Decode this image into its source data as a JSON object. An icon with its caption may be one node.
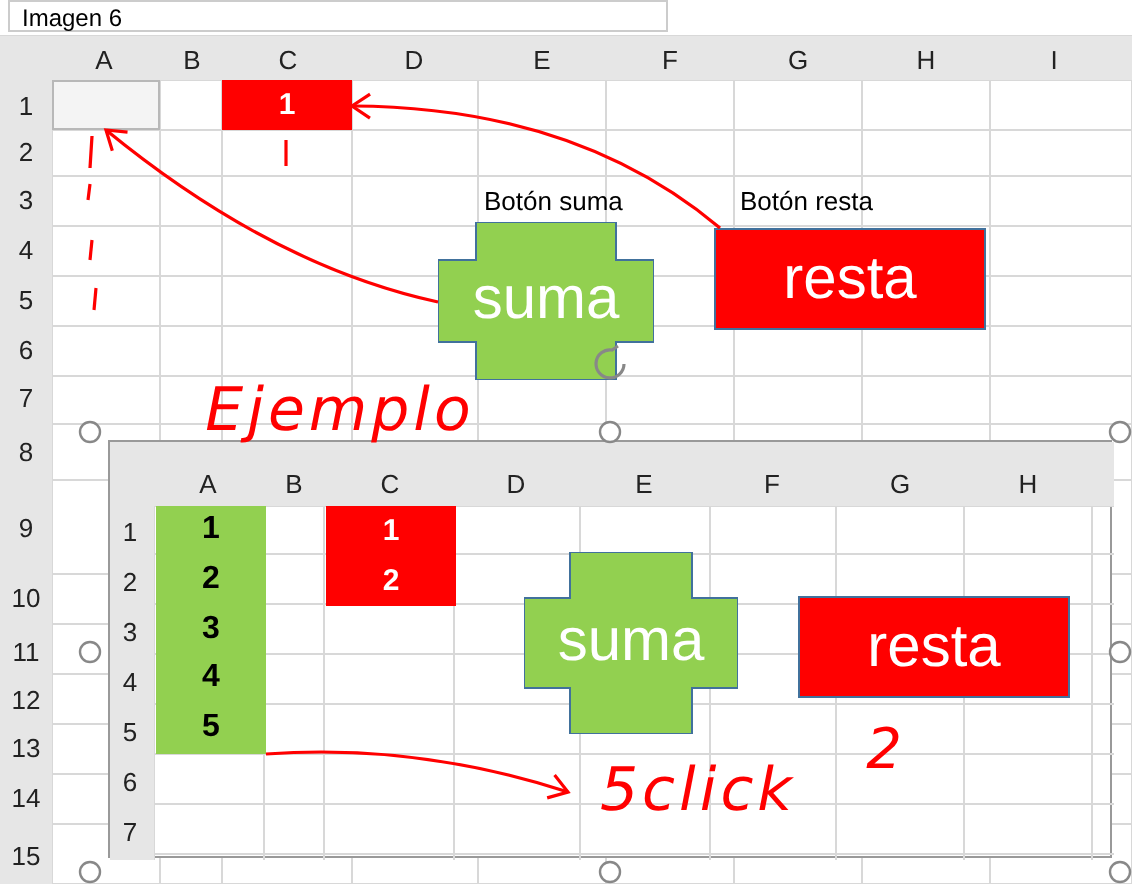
{
  "diagram": {
    "nodes": [
      {
        "text": [
          "1"
        ]
      },
      {
        "text": [],
        "shape": "box"
      },
      {
        "text": [
          "suma"
        ],
        "beside": [
          "Botón suma"
        ]
      },
      {
        "text": [
          "resta"
        ],
        "beside": [
          "Botón resta"
        ]
      },
      {
        "text": [],
        "shape": "picture"
      },
      {
        "text": [
          "1",
          "2",
          "3",
          "4",
          "5"
        ],
        "in": 4
      },
      {
        "text": [
          "1",
          "2"
        ],
        "in": 4
      },
      {
        "text": [
          "suma"
        ],
        "in": 4
      },
      {
        "text": [
          "resta"
        ],
        "in": 4
      },
      {
        "text": [
          "5click"
        ],
        "in": 4
      }
    ],
    "edges": [
      {
        "from": 2,
        "to": 1,
        "arrow": "to"
      },
      {
        "from": 3,
        "to": 0,
        "arrow": "to"
      },
      {
        "from": 5,
        "to": 9,
        "arrow": "to"
      }
    ],
    "labels": [
      "Imagen 6",
      "A",
      "B",
      "C",
      "D",
      "E",
      "F",
      "G",
      "H",
      "I",
      "1",
      "2",
      "3",
      "4",
      "5",
      "6",
      "7",
      "Ejemplo",
      "8",
      "9",
      "10",
      "11",
      "12",
      "13",
      "14",
      "15",
      "A",
      "B",
      "C",
      "D",
      "E",
      "F",
      "G",
      "H",
      "1",
      "2",
      "3",
      "4",
      "5",
      "6",
      "7",
      "2"
    ]
  }
}
